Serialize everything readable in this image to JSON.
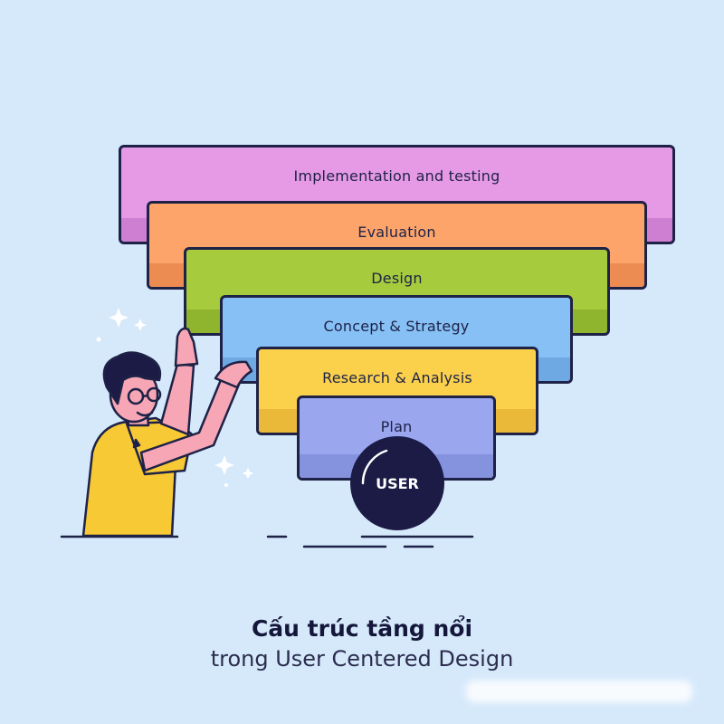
{
  "diagram": {
    "layers": [
      {
        "label": "Implementation and testing",
        "color": "#e69ae6"
      },
      {
        "label": "Evaluation",
        "color": "#fca46a"
      },
      {
        "label": "Design",
        "color": "#a6cb3d"
      },
      {
        "label": "Concept & Strategy",
        "color": "#86c0f5"
      },
      {
        "label": "Research & Analysis",
        "color": "#fbd14c"
      },
      {
        "label": "Plan",
        "color": "#9aa6ee"
      }
    ],
    "core": {
      "label": "USER",
      "color": "#1b1b45"
    }
  },
  "caption": {
    "title": "Cấu trúc tầng nổi",
    "subtitle": "trong User Centered Design"
  },
  "colors": {
    "background": "#d6e9fb",
    "outline": "#1e2247",
    "shirt": "#f7c934",
    "skin": "#f6a6b4"
  },
  "icons": [
    "person-illustration",
    "sparkle-icon"
  ]
}
